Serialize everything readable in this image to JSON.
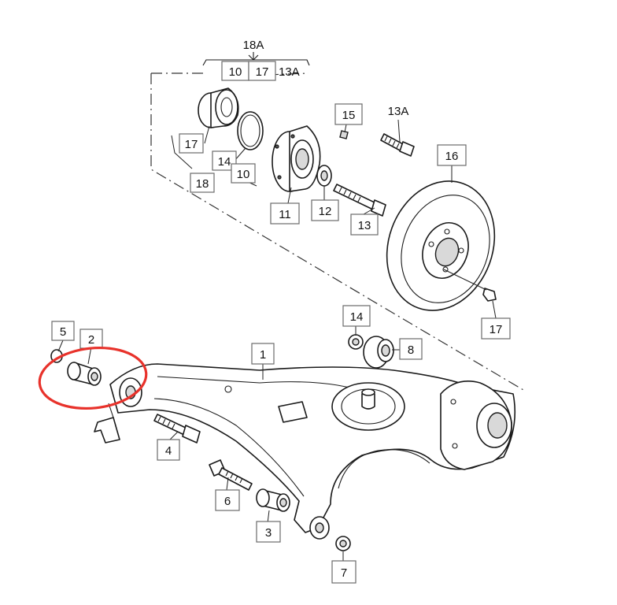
{
  "diagram": {
    "group_labels": {
      "hub_set": "18A",
      "kit_a": "10",
      "kit_b": "17",
      "kit_c": "13A"
    },
    "callouts": [
      {
        "id": "17a",
        "text": "17"
      },
      {
        "id": "14a",
        "text": "14"
      },
      {
        "id": "10a",
        "text": "10"
      },
      {
        "id": "18",
        "text": "18"
      },
      {
        "id": "11",
        "text": "11"
      },
      {
        "id": "12",
        "text": "12"
      },
      {
        "id": "13",
        "text": "13"
      },
      {
        "id": "15",
        "text": "15"
      },
      {
        "id": "13A",
        "text": "13A"
      },
      {
        "id": "16",
        "text": "16"
      },
      {
        "id": "17b",
        "text": "17"
      },
      {
        "id": "14b",
        "text": "14"
      },
      {
        "id": "8",
        "text": "8"
      },
      {
        "id": "5",
        "text": "5"
      },
      {
        "id": "2",
        "text": "2"
      },
      {
        "id": "1",
        "text": "1"
      },
      {
        "id": "4",
        "text": "4"
      },
      {
        "id": "6",
        "text": "6"
      },
      {
        "id": "3",
        "text": "3"
      },
      {
        "id": "7",
        "text": "7"
      }
    ],
    "highlight_color": "#e8322b"
  }
}
